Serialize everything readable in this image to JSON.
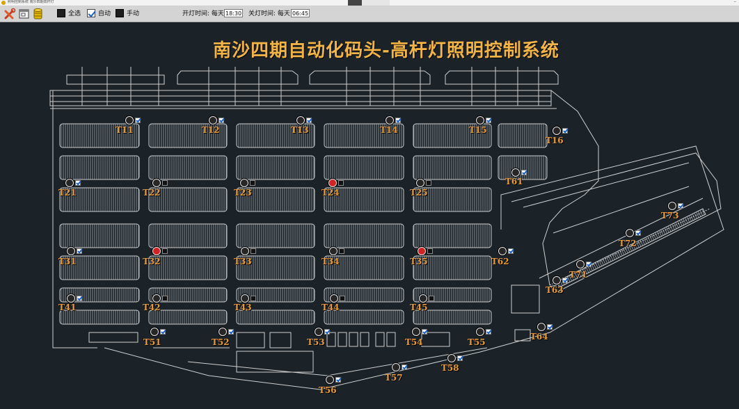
{
  "window": {
    "title": "照明控制系统 南沙四期高杆灯"
  },
  "toolbar": {
    "select_all_label": "全选",
    "select_all_checked": false,
    "auto_label": "自动",
    "auto_checked": true,
    "manual_label": "手动",
    "manual_checked": false,
    "on_time_label": "开灯时间: 每天",
    "on_time_value": "18:30",
    "off_time_label": "关灯时间: 每天",
    "off_time_value": "06:45"
  },
  "page_title": "南沙四期自动化码头-高杆灯照明控制系统",
  "colors": {
    "accent": "#e89a3a",
    "title": "#f2b347",
    "lamp_fault": "#d02424",
    "background": "#1b2329",
    "drawing_line": "#c9c9c9"
  },
  "lights": [
    {
      "id": "T11",
      "state": "normal",
      "selected": true
    },
    {
      "id": "T12",
      "state": "normal",
      "selected": true
    },
    {
      "id": "T13",
      "state": "normal",
      "selected": true
    },
    {
      "id": "T14",
      "state": "normal",
      "selected": true
    },
    {
      "id": "T15",
      "state": "normal",
      "selected": true
    },
    {
      "id": "T16",
      "state": "normal",
      "selected": true
    },
    {
      "id": "T21",
      "state": "normal",
      "selected": true
    },
    {
      "id": "T22",
      "state": "normal",
      "selected": false
    },
    {
      "id": "T23",
      "state": "normal",
      "selected": false
    },
    {
      "id": "T24",
      "state": "fault",
      "selected": false
    },
    {
      "id": "T25",
      "state": "normal",
      "selected": false
    },
    {
      "id": "T61",
      "state": "normal",
      "selected": true
    },
    {
      "id": "T31",
      "state": "normal",
      "selected": true
    },
    {
      "id": "T32",
      "state": "fault",
      "selected": false
    },
    {
      "id": "T33",
      "state": "normal",
      "selected": false
    },
    {
      "id": "T34",
      "state": "normal",
      "selected": false
    },
    {
      "id": "T35",
      "state": "fault",
      "selected": false
    },
    {
      "id": "T62",
      "state": "normal",
      "selected": true
    },
    {
      "id": "T41",
      "state": "normal",
      "selected": true
    },
    {
      "id": "T42",
      "state": "normal",
      "selected": false
    },
    {
      "id": "T43",
      "state": "normal",
      "selected": false
    },
    {
      "id": "T44",
      "state": "normal",
      "selected": false
    },
    {
      "id": "T45",
      "state": "normal",
      "selected": false
    },
    {
      "id": "T51",
      "state": "normal",
      "selected": true
    },
    {
      "id": "T52",
      "state": "normal",
      "selected": true
    },
    {
      "id": "T53",
      "state": "normal",
      "selected": true
    },
    {
      "id": "T54",
      "state": "normal",
      "selected": true
    },
    {
      "id": "T55",
      "state": "normal",
      "selected": true
    },
    {
      "id": "T56",
      "state": "normal",
      "selected": true
    },
    {
      "id": "T57",
      "state": "normal",
      "selected": true
    },
    {
      "id": "T58",
      "state": "normal",
      "selected": true
    },
    {
      "id": "T63",
      "state": "normal",
      "selected": true
    },
    {
      "id": "T64",
      "state": "normal",
      "selected": true
    },
    {
      "id": "T71",
      "state": "normal",
      "selected": true
    },
    {
      "id": "T72",
      "state": "normal",
      "selected": true
    },
    {
      "id": "T73",
      "state": "normal",
      "selected": true
    }
  ]
}
